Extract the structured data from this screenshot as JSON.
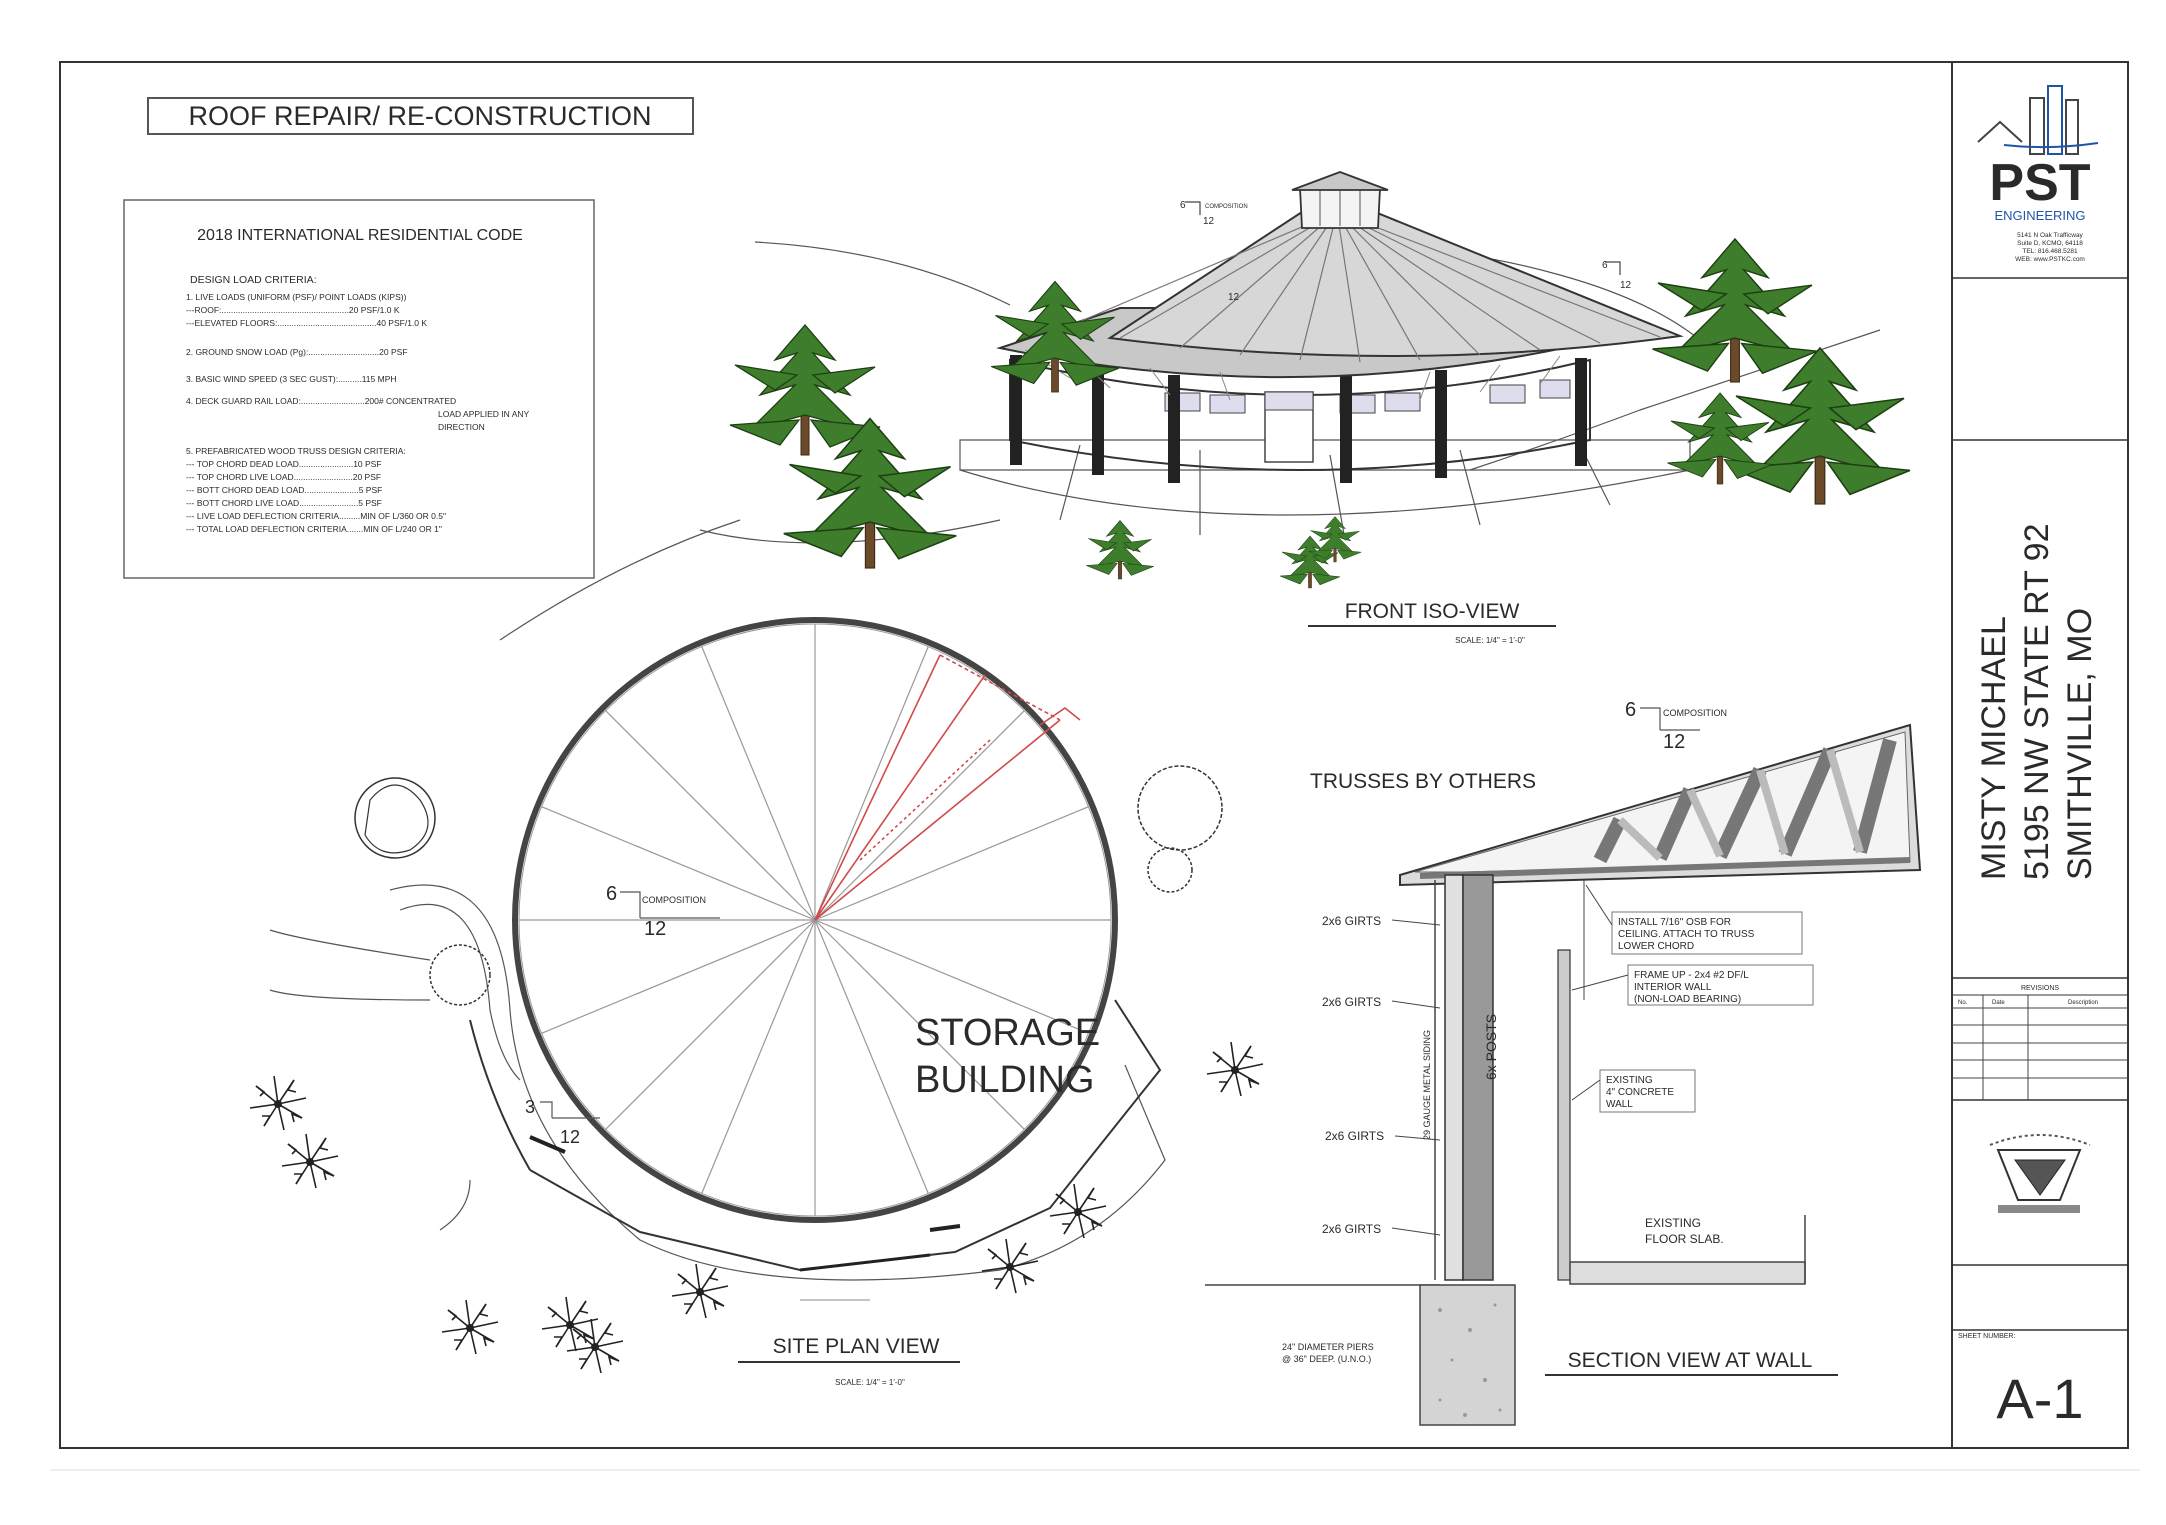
{
  "sheet": {
    "title": "ROOF REPAIR/ RE-CONSTRUCTION",
    "code_box": {
      "heading": "2018 INTERNATIONAL RESIDENTIAL CODE",
      "subheading": "DESIGN LOAD CRITERIA:",
      "lines": [
        "1. LIVE LOADS (UNIFORM (PSF)/ POINT LOADS (KIPS))",
        "---ROOF:......................................................20 PSF/1.0 K",
        "---ELEVATED FLOORS:..........................................40 PSF/1.0 K",
        "2. GROUND SNOW LOAD (Pg):..............................20 PSF",
        "3. BASIC WIND SPEED (3 SEC GUST):..........115 MPH",
        "4. DECK GUARD RAIL LOAD:...........................200# CONCENTRATED",
        "LOAD APPLIED IN ANY",
        "DIRECTION",
        "5. PREFABRICATED WOOD TRUSS DESIGN CRITERIA:",
        "--- TOP CHORD DEAD LOAD.......................10 PSF",
        "--- TOP CHORD LIVE LOAD.........................20 PSF",
        "--- BOTT CHORD DEAD LOAD.......................5 PSF",
        "--- BOTT CHORD LIVE LOAD.........................5 PSF",
        "--- LIVE LOAD DEFLECTION CRITERIA.........MIN OF L/360 OR 0.5\"",
        "--- TOTAL LOAD DEFLECTION CRITERIA.......MIN OF L/240 OR 1\""
      ]
    }
  },
  "iso_view": {
    "label": "FRONT ISO-VIEW",
    "scale": "SCALE: 1/4\" = 1'-0\"",
    "slope_a": "6",
    "slope_a_note": "COMPOSITION",
    "slope_a_run": "12",
    "roof_12": "12",
    "slope_b": "6",
    "slope_b_run": "12"
  },
  "site_plan": {
    "label": "SITE PLAN VIEW",
    "scale": "SCALE: 1/4\" = 1'-0\"",
    "building_label_1": "STORAGE",
    "building_label_2": "BUILDING",
    "pitch_rise": "6",
    "pitch_note": "COMPOSITION",
    "pitch_run": "12",
    "porch_rise": "3",
    "porch_run": "12"
  },
  "section_view": {
    "label": "SECTION VIEW AT WALL",
    "trusses": "TRUSSES BY OTHERS",
    "pitch_rise": "6",
    "pitch_note": "COMPOSITION",
    "pitch_run": "12",
    "girts": [
      "2x6 GIRTS",
      "2x6 GIRTS",
      "2x6 GIRTS",
      "2x6 GIRTS"
    ],
    "siding": "29 GAUGE METAL SIDING",
    "posts": "6x POSTS",
    "osb_note": [
      "INSTALL 7/16\" OSB FOR",
      "CEILING. ATTACH TO TRUSS",
      "LOWER CHORD"
    ],
    "frame_note": [
      "FRAME UP - 2x4 #2 DF/L",
      "INTERIOR WALL",
      "(NON-LOAD BEARING)"
    ],
    "concrete_note": [
      "EXISTING",
      "4\" CONCRETE",
      "WALL"
    ],
    "slab_note": [
      "EXISTING",
      "FLOOR SLAB."
    ],
    "piers_note": [
      "24\" DIAMETER PIERS",
      "@ 36\" DEEP. (U.N.O.)"
    ]
  },
  "title_block": {
    "company": "PST",
    "company_sub": "ENGINEERING",
    "address_lines": [
      "5141 N Oak Trafficway",
      "Suite D, KCMO, 64118",
      "TEL: 816.468.5281",
      "WEB: www.PSTKC.com"
    ],
    "client": "MISTY MICHAEL",
    "address": "5195 NW STATE RT 92",
    "city": "SMITHVILLE, MO",
    "revisions_title": "REVISIONS",
    "revision_cols": [
      "No.",
      "Date",
      "Description"
    ],
    "sheet_number_label": "SHEET NUMBER:",
    "sheet_number": "A-1"
  },
  "colors": {
    "line": "#333333",
    "accent_red": "#d24a4a",
    "tree_green": "#3e7d2c",
    "brand_blue": "#1f55a5"
  }
}
